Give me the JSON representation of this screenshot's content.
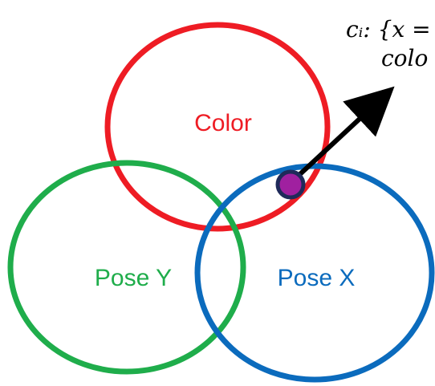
{
  "diagram": {
    "sets": [
      {
        "id": "color",
        "label": "Color",
        "color": "#ee1c24"
      },
      {
        "id": "pose-y",
        "label": "Pose Y",
        "color": "#1fad4b"
      },
      {
        "id": "pose-x",
        "label": "Pose X",
        "color": "#0b6bbd"
      }
    ],
    "point": {
      "fill": "#a020a0",
      "stroke": "#1f2a5a"
    },
    "annotation": {
      "line1": "cᵢ: {x =",
      "line2": "colo"
    },
    "arrow_color": "#000000"
  }
}
